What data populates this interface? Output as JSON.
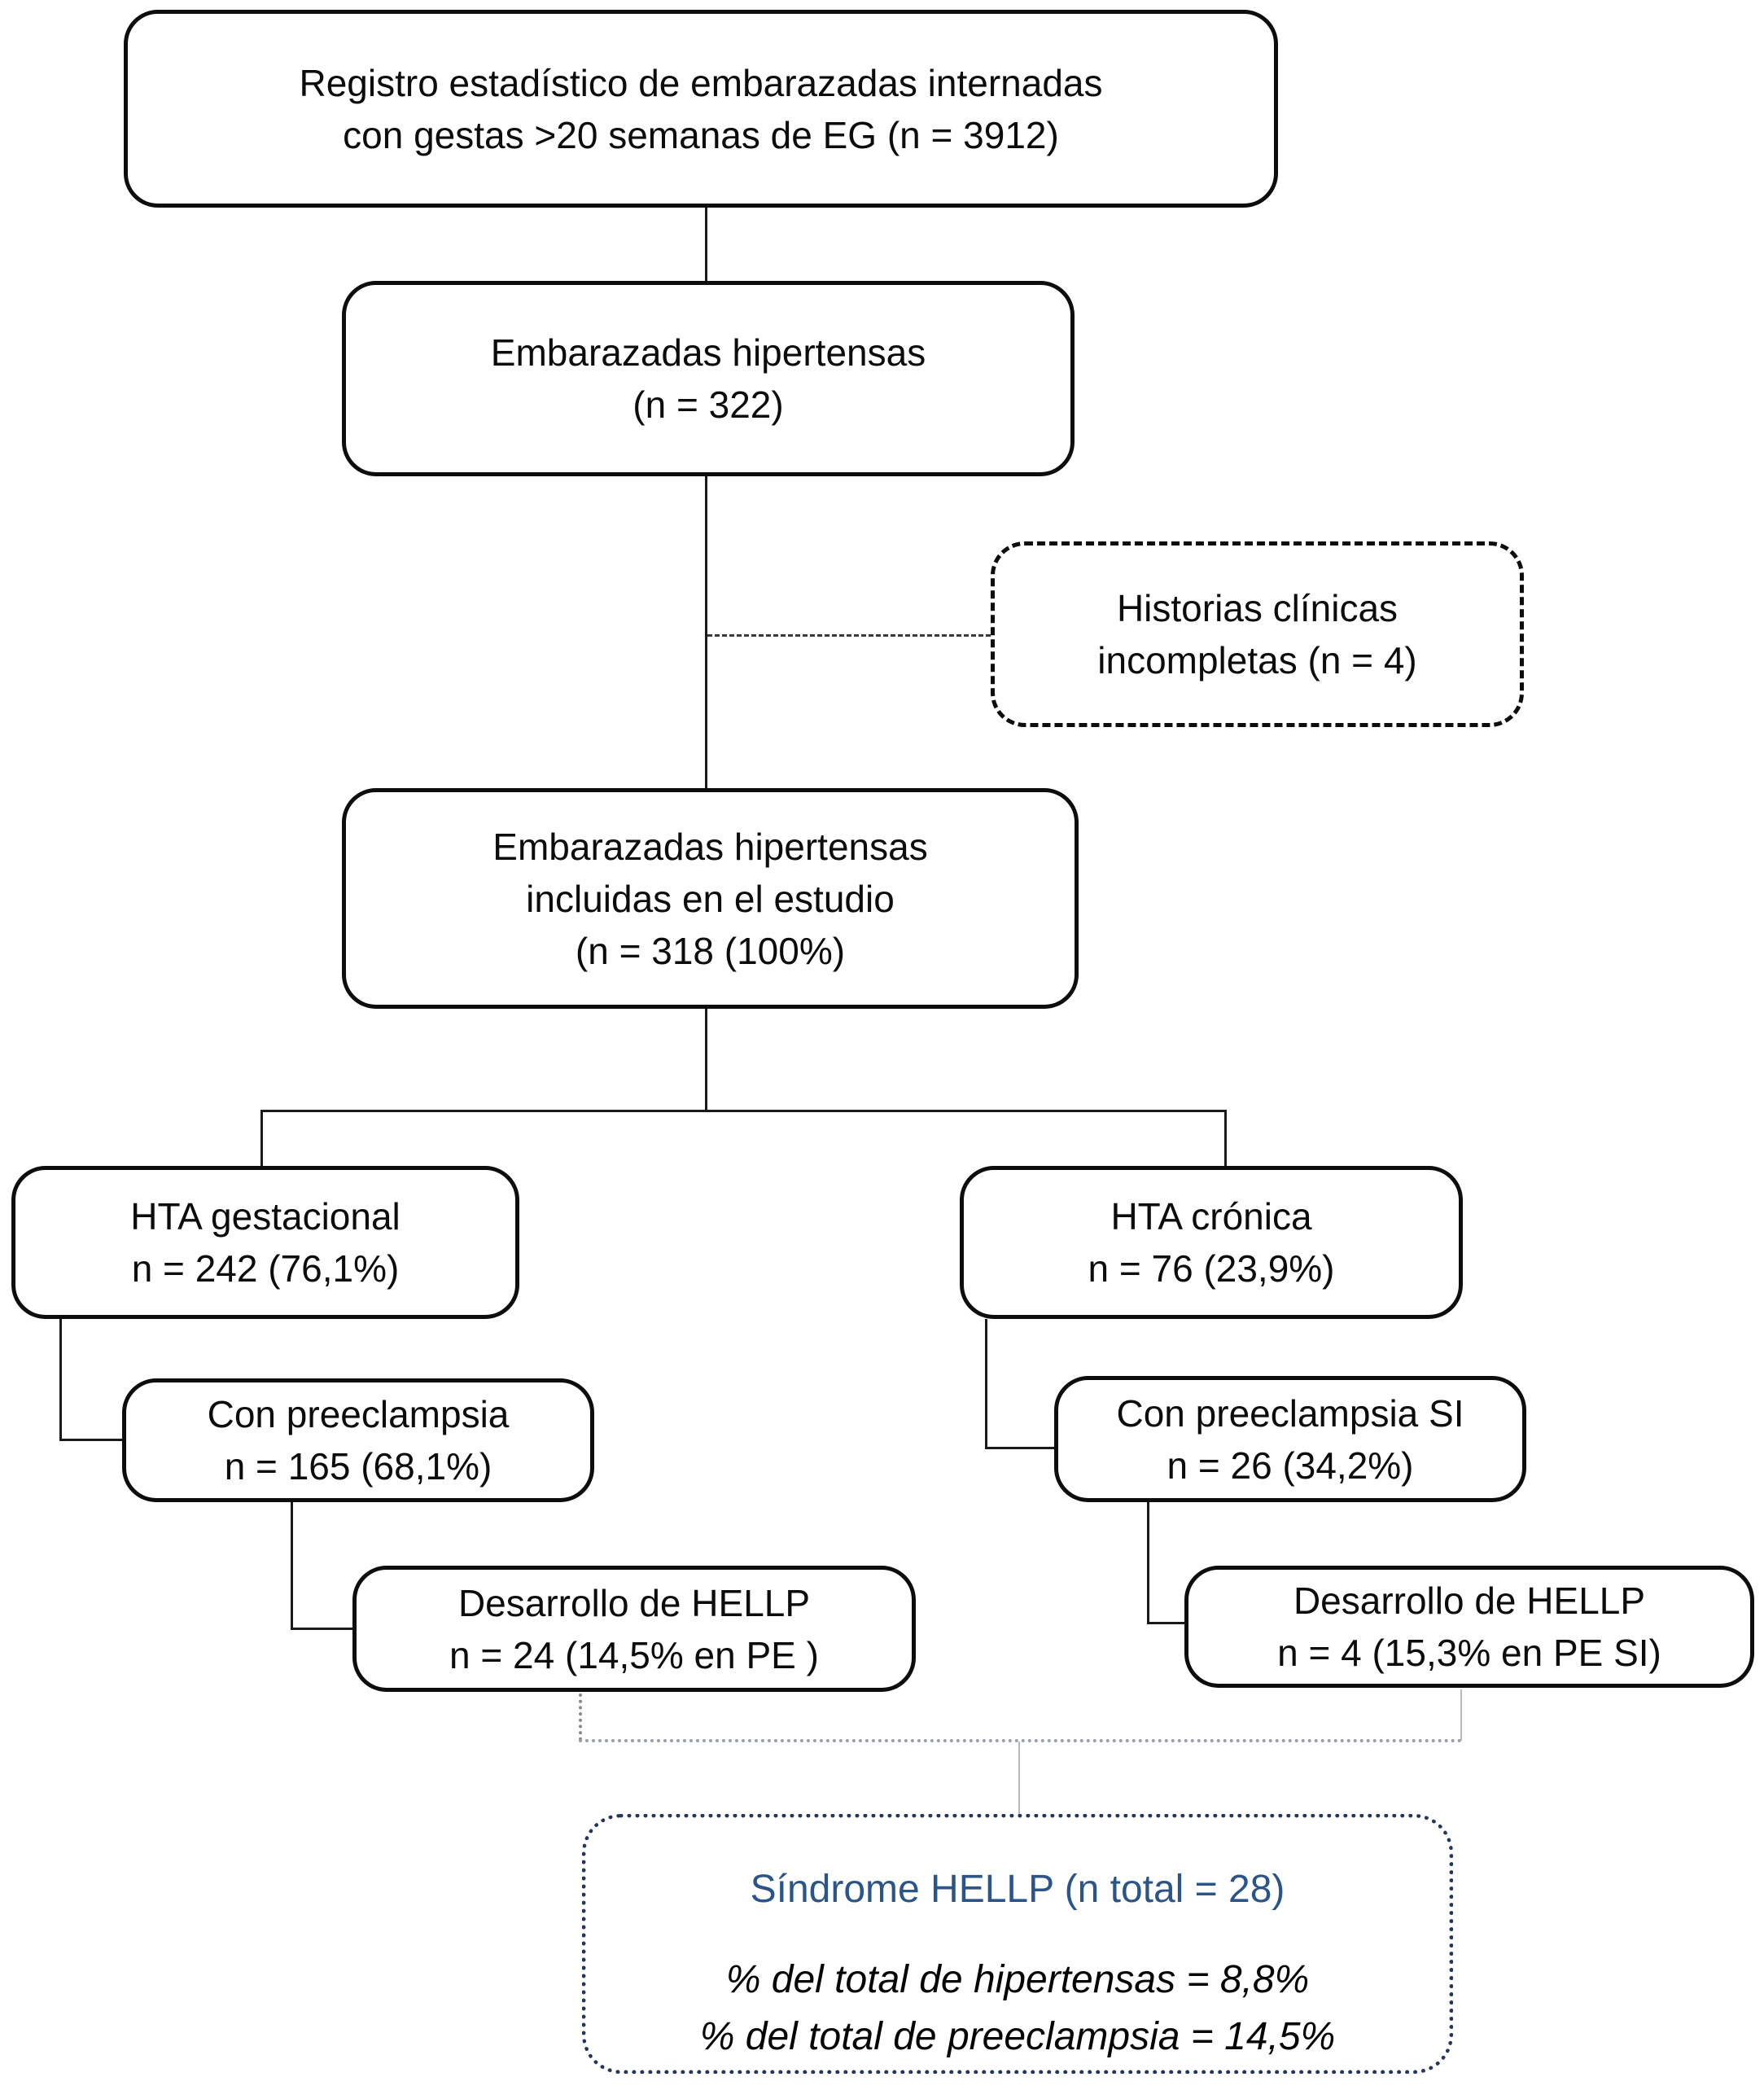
{
  "diagram": {
    "boxes": {
      "registro": {
        "line1": "Registro estadístico de embarazadas internadas",
        "line2": "con gestas >20 semanas de EG (n = 3912)"
      },
      "hipertensas": {
        "line1": "Embarazadas hipertensas",
        "line2": "(n = 322)"
      },
      "historias": {
        "line1": "Historias clínicas",
        "line2": "incompletas (n = 4)"
      },
      "incluidas": {
        "line1": "Embarazadas hipertensas",
        "line2": "incluidas en el estudio",
        "line3": "(n = 318 (100%)"
      },
      "hta_gestacional": {
        "line1": "HTA gestacional",
        "line2": "n = 242 (76,1%)"
      },
      "hta_cronica": {
        "line1": "HTA crónica",
        "line2": "n = 76 (23,9%)"
      },
      "preeclampsia": {
        "line1": "Con preeclampsia",
        "line2": "n = 165 (68,1%)"
      },
      "preeclampsia_si": {
        "line1": "Con preeclampsia SI",
        "line2": "n = 26 (34,2%)"
      },
      "hellp_pe": {
        "line1": "Desarrollo de HELLP",
        "line2": "n = 24 (14,5% en PE )"
      },
      "hellp_pe_si": {
        "line1": "Desarrollo de HELLP",
        "line2": "n = 4 (15,3% en PE SI)"
      },
      "sindrome": {
        "title": "Síndrome HELLP (n total = 28)",
        "line1": "% del total de hipertensas = 8,8%",
        "line2": "% del total de preeclampsia = 14,5%"
      }
    },
    "colors": {
      "accent_blue": "#2b5488",
      "border_navy": "#26365a",
      "connector_gray": "#9aa0a8",
      "ink": "#0d0d0d"
    }
  }
}
